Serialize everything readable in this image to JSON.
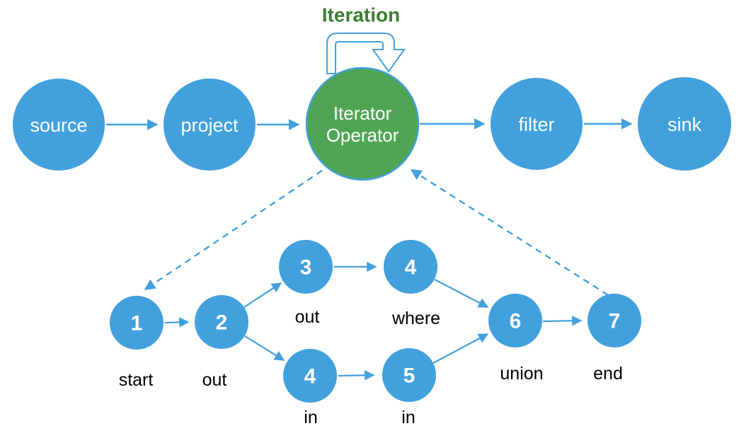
{
  "title": {
    "iteration_label": "Iteration"
  },
  "colors": {
    "node_blue": "#42A0DC",
    "node_green": "#4FA553",
    "edge_blue": "#42A0DC",
    "iteration_text_green": "#3E7D33",
    "caption_black": "#000000",
    "node_text_white": "#FFFFFF",
    "loop_fill_white": "#FFFFFF",
    "background": "#FFFFFF"
  },
  "icons": {
    "iteration_loop": "iteration-loop-arrow"
  },
  "pipeline": {
    "nodes": [
      {
        "id": "source",
        "label": "source"
      },
      {
        "id": "project",
        "label": "project"
      },
      {
        "id": "iterator",
        "label_line1": "Iterator",
        "label_line2": "Operator"
      },
      {
        "id": "filter",
        "label": "filter"
      },
      {
        "id": "sink",
        "label": "sink"
      }
    ],
    "edges": [
      {
        "from": "source",
        "to": "project",
        "style": "solid"
      },
      {
        "from": "project",
        "to": "iterator",
        "style": "solid"
      },
      {
        "from": "iterator",
        "to": "filter",
        "style": "solid"
      },
      {
        "from": "filter",
        "to": "sink",
        "style": "solid"
      },
      {
        "from": "iterator",
        "to": "subgraph-start",
        "style": "dashed"
      },
      {
        "from": "subgraph-end",
        "to": "iterator",
        "style": "dashed"
      }
    ]
  },
  "subgraph": {
    "nodes": [
      {
        "number": "1",
        "caption": "start"
      },
      {
        "number": "2",
        "caption": "out"
      },
      {
        "number": "3",
        "caption": "out"
      },
      {
        "number": "4",
        "caption": "where"
      },
      {
        "number": "4",
        "caption": "in"
      },
      {
        "number": "5",
        "caption": "in"
      },
      {
        "number": "6",
        "caption": "union"
      },
      {
        "number": "7",
        "caption": "end"
      }
    ],
    "edges": [
      {
        "from": "1",
        "to": "2"
      },
      {
        "from": "2",
        "to": "3"
      },
      {
        "from": "2",
        "to": "4-in"
      },
      {
        "from": "3",
        "to": "4-where"
      },
      {
        "from": "4-in",
        "to": "5"
      },
      {
        "from": "4-where",
        "to": "6"
      },
      {
        "from": "5",
        "to": "6"
      },
      {
        "from": "6",
        "to": "7"
      }
    ]
  }
}
